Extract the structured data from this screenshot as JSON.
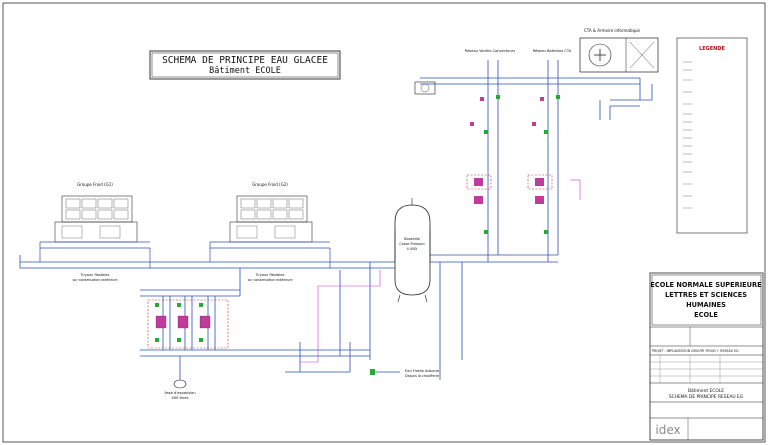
{
  "title": {
    "line1": "SCHEMA DE PRINCIPE EAU GLACEE",
    "line2": "Bâtiment ECOLE"
  },
  "legend": {
    "heading": "LEGENDE"
  },
  "labels": {
    "cta": "CTA & Armoire informatique",
    "volume_expansion": "Vase d'expansion",
    "volume_expansion_liters": "400 litres",
    "eau_froide": "Eau Froide Adoucie",
    "eau_froide_sub": "Depuis la chaufferie",
    "ballon": "Bouteille",
    "ballon_sub": "Casse Pression",
    "ballon_vol": "4 000l",
    "groupe1": "Groupe Froid (G1)",
    "groupe2": "Groupe Froid (G2)",
    "tuyaux1": "Tuyaux flexibles",
    "tuyaux1_sub": "sur condensation extérieure",
    "tuyaux2": "Tuyaux flexibles",
    "tuyaux2_sub": "sur condensation extérieure",
    "reseau_ventilo": "Réseau Ventilo Convecteurs",
    "reseau_batteries": "Réseau Batteries CTA"
  },
  "cartouche": {
    "school_l1": "ECOLE NORMALE SUPERIEURE",
    "school_l2": "LETTRES ET SCIENCES",
    "school_l3": "HUMAINES",
    "school_l4": "ECOLE",
    "project_line": "PROJET : IMPLANTATION GROUPE FROID + RESEAU EG",
    "drawing_l1": "Bâtiment ECOLE",
    "drawing_l2": "SCHEMA DE PRINCIPE RESEAU EG",
    "logo": "idex"
  }
}
